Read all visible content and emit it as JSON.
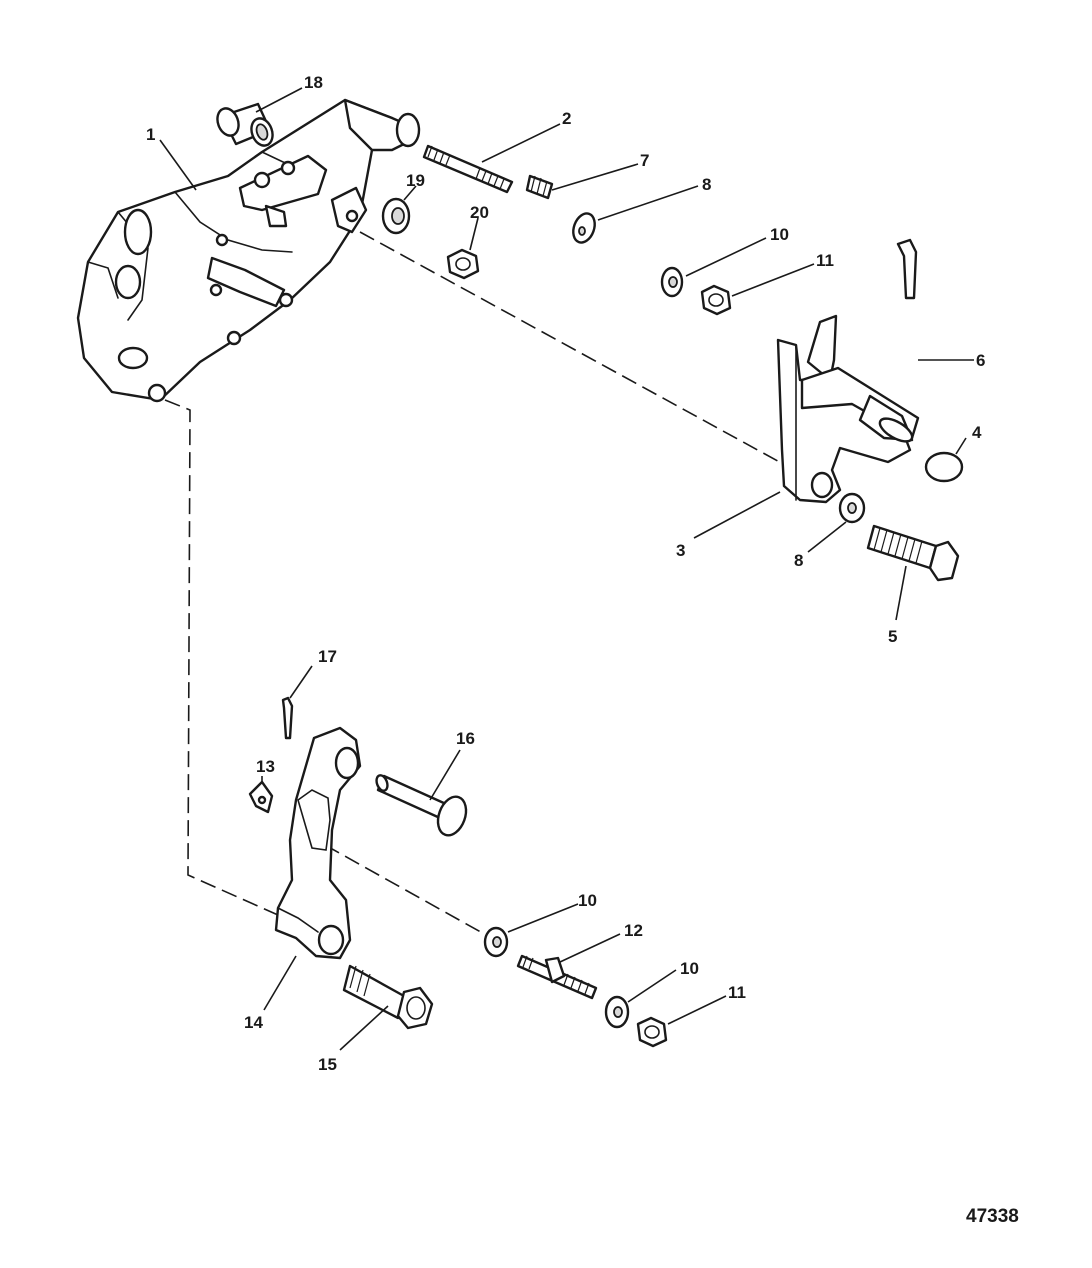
{
  "callouts": {
    "c1": "1",
    "c2": "2",
    "c3": "3",
    "c4": "4",
    "c5": "5",
    "c6": "6",
    "c7": "7",
    "c8a": "8",
    "c8b": "8",
    "c10a": "10",
    "c10b": "10",
    "c10c": "10",
    "c11a": "11",
    "c11b": "11",
    "c12": "12",
    "c13": "13",
    "c14": "14",
    "c15": "15",
    "c16": "16",
    "c17": "17",
    "c18": "18",
    "c19": "19",
    "c20": "20"
  },
  "drawing_number": "47338"
}
